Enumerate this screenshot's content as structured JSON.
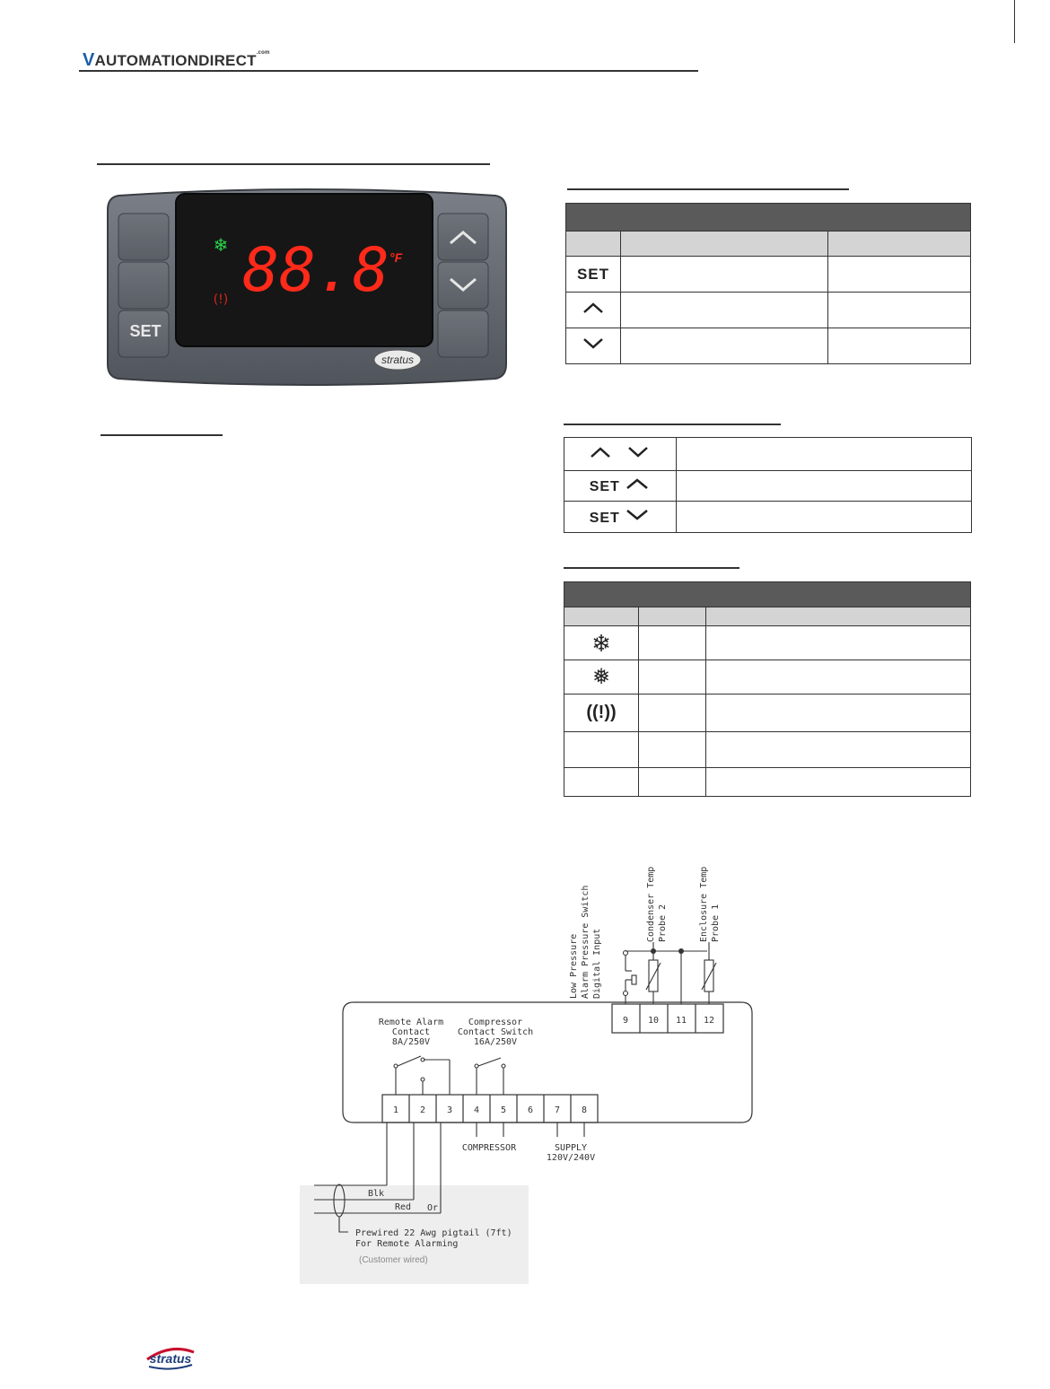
{
  "header": {
    "brand_v": "V",
    "brand_text": "AUTOMATIONDIRECT",
    "brand_suffix": ".com"
  },
  "panel": {
    "display_value": "88.8",
    "unit": "°F",
    "set_label": "SET",
    "brand": "stratus",
    "colors": {
      "digits": "#ff2a1a",
      "snowflake": "#2bd34a",
      "alarm": "#d9251b",
      "bezel": "#5c6168"
    }
  },
  "keys_table": {
    "header_title": "",
    "rows": [
      {
        "key": "SET"
      },
      {
        "key": "up-arrow"
      },
      {
        "key": "down-arrow"
      }
    ]
  },
  "combo_table": {
    "rows": [
      {
        "keys": [
          "up-arrow",
          "down-arrow"
        ]
      },
      {
        "keys": [
          "SET",
          "up-arrow"
        ]
      },
      {
        "keys": [
          "SET",
          "down-arrow"
        ]
      }
    ]
  },
  "leds_table": {
    "rows": [
      {
        "icon": "snowflake-icon"
      },
      {
        "icon": "snowflake-flashing-icon"
      },
      {
        "icon": "alarm-icon"
      },
      {
        "icon": ""
      },
      {
        "icon": ""
      }
    ]
  },
  "wiring": {
    "terminals_bottom": [
      "1",
      "2",
      "3",
      "4",
      "5",
      "6",
      "7",
      "8"
    ],
    "terminals_top": [
      "9",
      "10",
      "11",
      "12"
    ],
    "remote_alarm": [
      "Remote Alarm",
      "Contact",
      "8A/250V"
    ],
    "compressor_switch": [
      "Compressor",
      "Contact Switch",
      "16A/250V"
    ],
    "compressor": "COMPRESSOR",
    "supply": [
      "SUPPLY",
      "120V/240V"
    ],
    "low_pressure": [
      "Low Pressure",
      "Alarm Pressure Switch",
      "Digital Input"
    ],
    "condenser": [
      "Condenser Temp",
      "Probe 2"
    ],
    "enclosure": [
      "Enclosure Temp",
      "Probe 1"
    ],
    "wire_blk": "Blk",
    "wire_red": "Red",
    "wire_or": "Or",
    "pigtail": [
      "Prewired 22 Awg pigtail (7ft)",
      "For Remote Alarming"
    ],
    "customer_wired": "(Customer wired)"
  },
  "footer": {
    "brand": "stratus"
  }
}
